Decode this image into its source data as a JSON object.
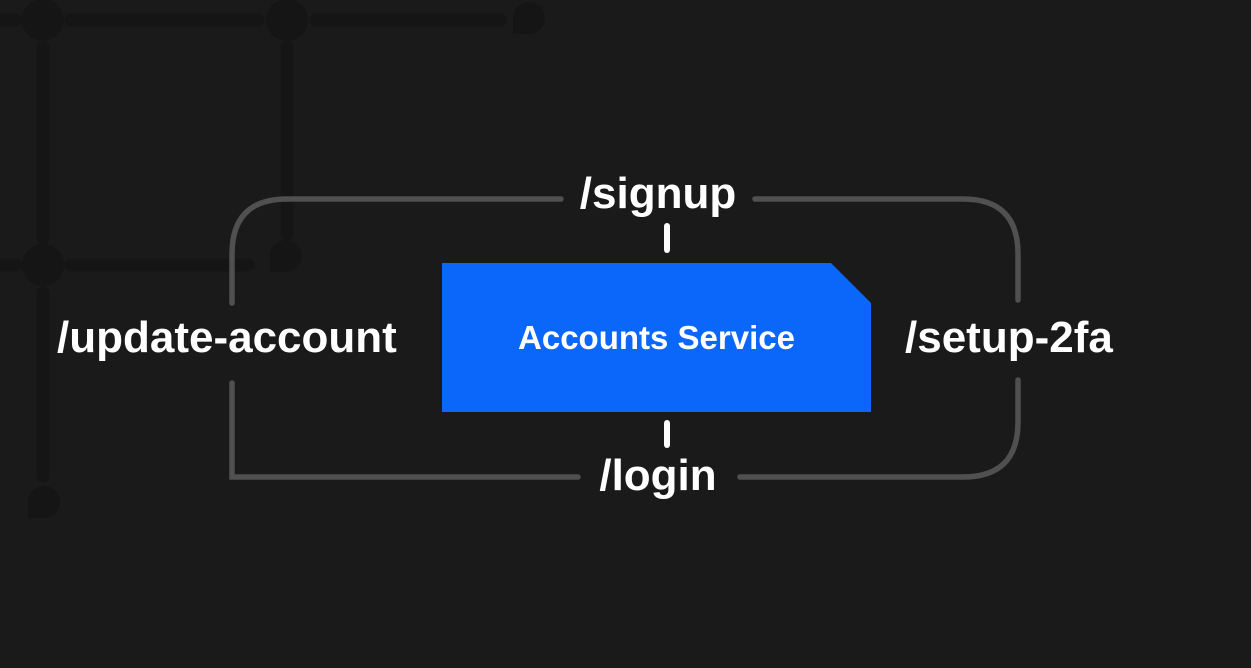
{
  "canvas": {
    "background_color": "#1a1a1a",
    "pattern_color": "#151515"
  },
  "service_node": {
    "label": "Accounts Service",
    "fill": "#0a67fa",
    "text_color": "#ffffff"
  },
  "endpoints": {
    "top": {
      "label": "/signup"
    },
    "right": {
      "label": "/setup-2fa"
    },
    "bottom": {
      "label": "/login"
    },
    "left": {
      "label": "/update-account"
    }
  },
  "connections": {
    "loop_color": "#505050",
    "tick_color": "#ffffff"
  }
}
